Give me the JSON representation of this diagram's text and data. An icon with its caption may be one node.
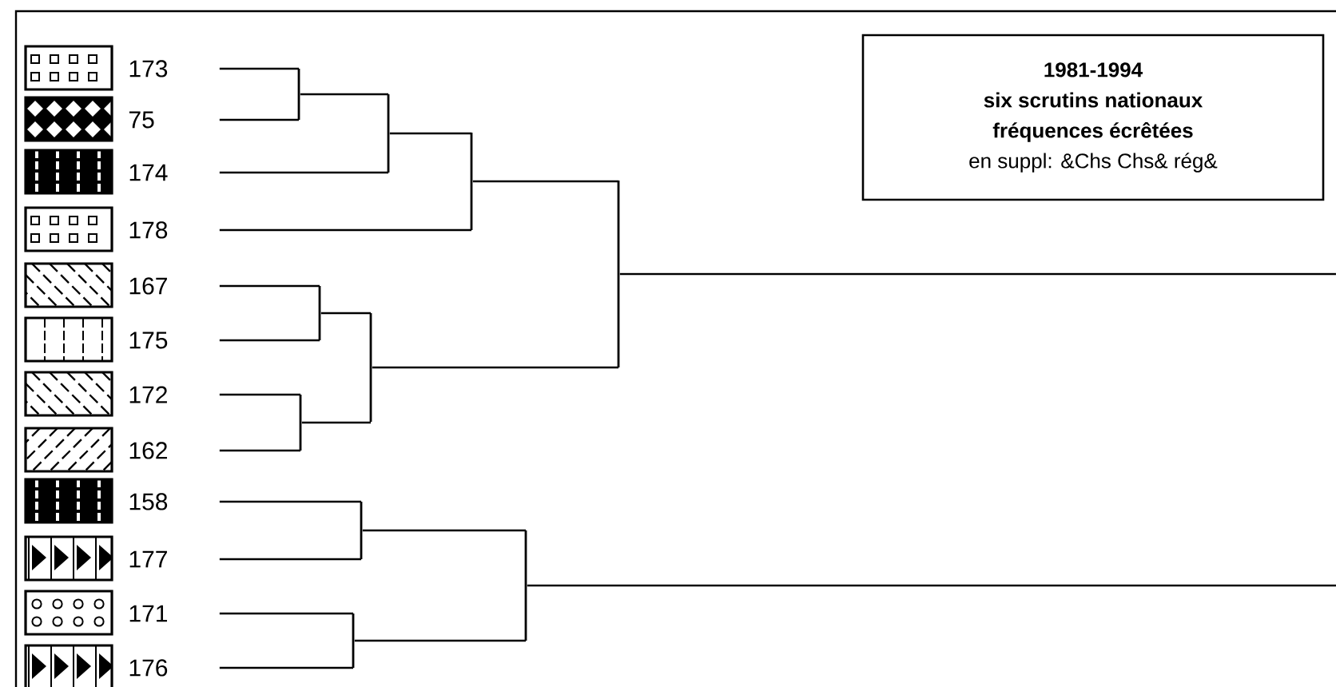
{
  "diagram": {
    "nodes": [
      {
        "text": [
          "173"
        ]
      },
      {
        "text": [
          "75"
        ]
      },
      {
        "text": [
          "174"
        ]
      },
      {
        "text": [
          "178"
        ]
      },
      {
        "text": [
          "167"
        ]
      },
      {
        "text": [
          "175"
        ]
      },
      {
        "text": [
          "172"
        ]
      },
      {
        "text": [
          "162"
        ]
      },
      {
        "text": [
          "158"
        ]
      },
      {
        "text": [
          "177"
        ]
      },
      {
        "text": [
          "171"
        ]
      },
      {
        "text": [
          "176"
        ]
      },
      {
        "text": [],
        "shape": "bar"
      },
      {
        "text": [],
        "shape": "bar"
      },
      {
        "text": [],
        "shape": "bar"
      },
      {
        "text": [],
        "shape": "bar"
      },
      {
        "text": [],
        "shape": "bar"
      },
      {
        "text": [],
        "shape": "bar"
      },
      {
        "text": [],
        "shape": "bar"
      },
      {
        "text": [],
        "shape": "bar"
      },
      {
        "text": [],
        "shape": "bar"
      },
      {
        "text": [],
        "shape": "bar"
      },
      {
        "text": [
          "1981-1994",
          "six scrutins nationaux",
          "fréquences écrêtées",
          "en suppl: &Chs Chs& rég&"
        ]
      }
    ],
    "edges": [
      {
        "from": 0,
        "to": 12,
        "arrow": "none"
      },
      {
        "from": 1,
        "to": 12,
        "arrow": "none"
      },
      {
        "from": 12,
        "to": 13,
        "arrow": "none"
      },
      {
        "from": 2,
        "to": 13,
        "arrow": "none"
      },
      {
        "from": 13,
        "to": 14,
        "arrow": "none"
      },
      {
        "from": 3,
        "to": 14,
        "arrow": "none"
      },
      {
        "from": 4,
        "to": 15,
        "arrow": "none"
      },
      {
        "from": 5,
        "to": 15,
        "arrow": "none"
      },
      {
        "from": 6,
        "to": 16,
        "arrow": "none"
      },
      {
        "from": 7,
        "to": 16,
        "arrow": "none"
      },
      {
        "from": 15,
        "to": 17,
        "arrow": "none"
      },
      {
        "from": 16,
        "to": 17,
        "arrow": "none"
      },
      {
        "from": 14,
        "to": 18,
        "arrow": "none"
      },
      {
        "from": 17,
        "to": 18,
        "arrow": "none"
      },
      {
        "from": 8,
        "to": 19,
        "arrow": "none"
      },
      {
        "from": 9,
        "to": 19,
        "arrow": "none"
      },
      {
        "from": 10,
        "to": 20,
        "arrow": "none"
      },
      {
        "from": 11,
        "to": 20,
        "arrow": "none"
      },
      {
        "from": 19,
        "to": 21,
        "arrow": "none"
      },
      {
        "from": 20,
        "to": 21,
        "arrow": "none"
      },
      {
        "from": 18,
        "to": null,
        "arrow": "none"
      },
      {
        "from": 21,
        "to": null,
        "arrow": "none"
      }
    ]
  }
}
